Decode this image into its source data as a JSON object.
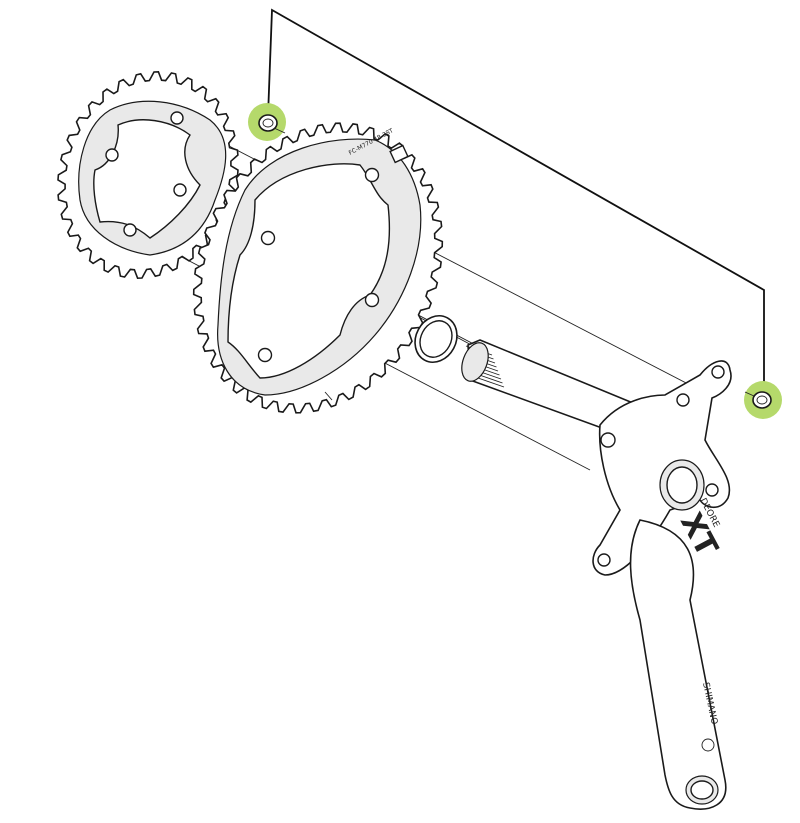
{
  "diagram": {
    "highlight_color": "#b5d96b",
    "parts": [
      {
        "id": "small-chainring"
      },
      {
        "id": "large-chainring"
      },
      {
        "id": "spacer-ring"
      },
      {
        "id": "crank-arm"
      },
      {
        "id": "chainring-bolt",
        "highlighted": true
      },
      {
        "id": "chainring-bolt",
        "highlighted": true
      }
    ],
    "crank_arm": {
      "model_text": "XT",
      "series_text": "DEORE",
      "brand_text": "SHIMANO"
    },
    "chainring_markings": {
      "big_ring_text": "FC-M770 48-38T"
    }
  }
}
